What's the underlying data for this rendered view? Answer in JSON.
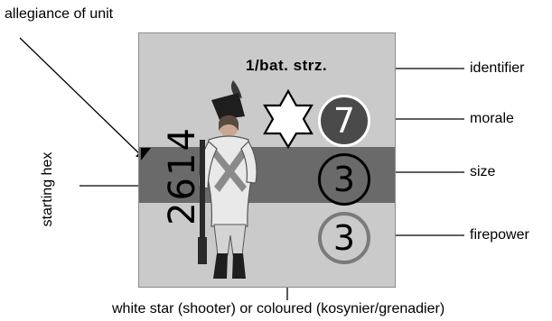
{
  "labels": {
    "allegiance": "allegiance of unit",
    "starting_hex": "starting hex",
    "identifier": "identifier",
    "morale": "morale",
    "size": "size",
    "firepower": "firepower",
    "star_note": "white star (shooter) or coloured (kosynier/grenadier)"
  },
  "counter": {
    "identifier": "1/bat. strz.",
    "hex": "2614",
    "morale": "7",
    "size": "3",
    "firepower": "3",
    "colors": {
      "background": "#cacaca",
      "band": "#6a6a6a",
      "morale_disc": "#4a4a4a"
    },
    "figure": "infantry-soldier"
  }
}
